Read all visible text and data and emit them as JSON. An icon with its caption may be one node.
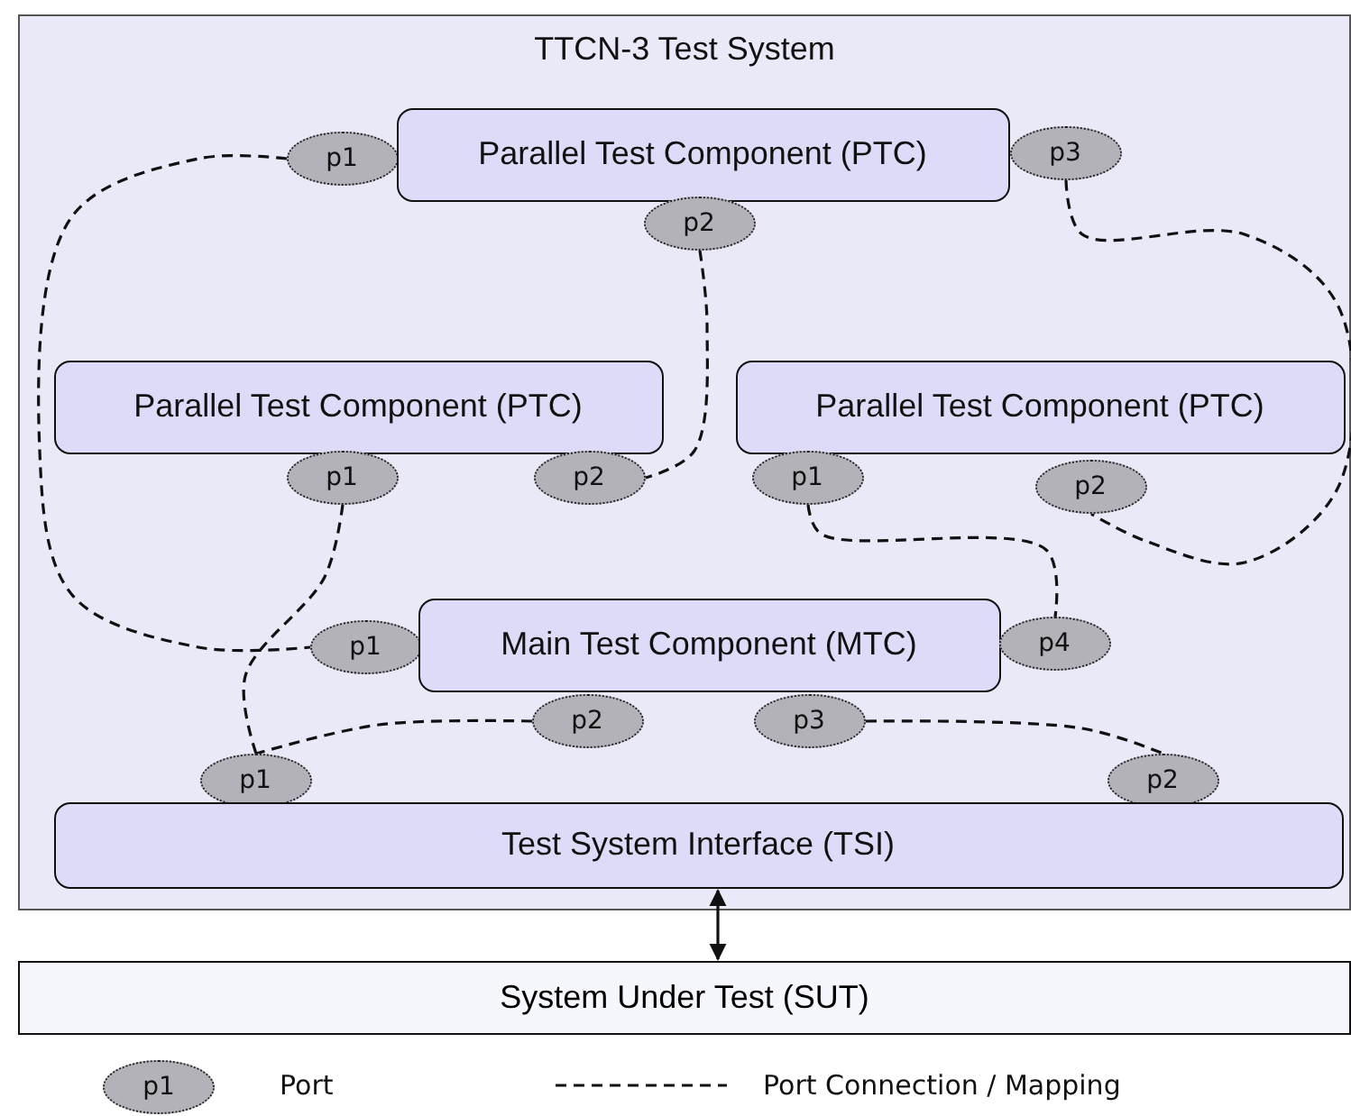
{
  "diagram": {
    "nodes": [
      {
        "text": [
          "TTCN-3 Test System"
        ]
      },
      {
        "text": [
          "p1"
        ],
        "in": 0
      },
      {
        "text": [
          "Parallel Test Component (PTC)"
        ],
        "in": 0
      },
      {
        "text": [
          "p3"
        ],
        "in": 0
      },
      {
        "text": [
          "p2"
        ],
        "in": 0
      },
      {
        "text": [
          "Parallel Test Component (PTC)"
        ],
        "in": 0
      },
      {
        "text": [
          "Parallel Test Component (PTC)"
        ],
        "in": 0
      },
      {
        "text": [
          "p1"
        ],
        "in": 0
      },
      {
        "text": [
          "p2"
        ],
        "in": 0
      },
      {
        "text": [
          "p1"
        ],
        "in": 0
      },
      {
        "text": [
          "p2"
        ],
        "in": 0
      },
      {
        "text": [
          "p1"
        ],
        "in": 0
      },
      {
        "text": [
          "Main Test Component (MTC)"
        ],
        "in": 0
      },
      {
        "text": [
          "p4"
        ],
        "in": 0
      },
      {
        "text": [
          "p2"
        ],
        "in": 0
      },
      {
        "text": [
          "p3"
        ],
        "in": 0
      },
      {
        "text": [
          "p1"
        ],
        "in": 0
      },
      {
        "text": [
          "p2"
        ],
        "in": 0
      },
      {
        "text": [
          "Test System Interface (TSI)"
        ],
        "in": 0
      },
      {
        "text": [
          "System Under Test (SUT)"
        ]
      },
      {
        "text": [
          "p1"
        ]
      }
    ],
    "edges": [
      {
        "from": 1,
        "to": 11,
        "arrow": "none",
        "style": "dashed"
      },
      {
        "from": 4,
        "to": 8,
        "arrow": "none",
        "style": "dashed"
      },
      {
        "from": 3,
        "to": 10,
        "arrow": "none",
        "style": "dashed"
      },
      {
        "from": 7,
        "to": 16,
        "arrow": "none",
        "style": "dashed"
      },
      {
        "from": 9,
        "to": 13,
        "arrow": "none",
        "style": "dashed"
      },
      {
        "from": 14,
        "to": 16,
        "arrow": "none",
        "style": "dashed"
      },
      {
        "from": 15,
        "to": 17,
        "arrow": "none",
        "style": "dashed"
      },
      {
        "from": 18,
        "to": 19,
        "arrow": "both"
      }
    ],
    "legend": [
      {
        "text": "Port"
      },
      {
        "text": "Port Connection / Mapping"
      }
    ]
  }
}
